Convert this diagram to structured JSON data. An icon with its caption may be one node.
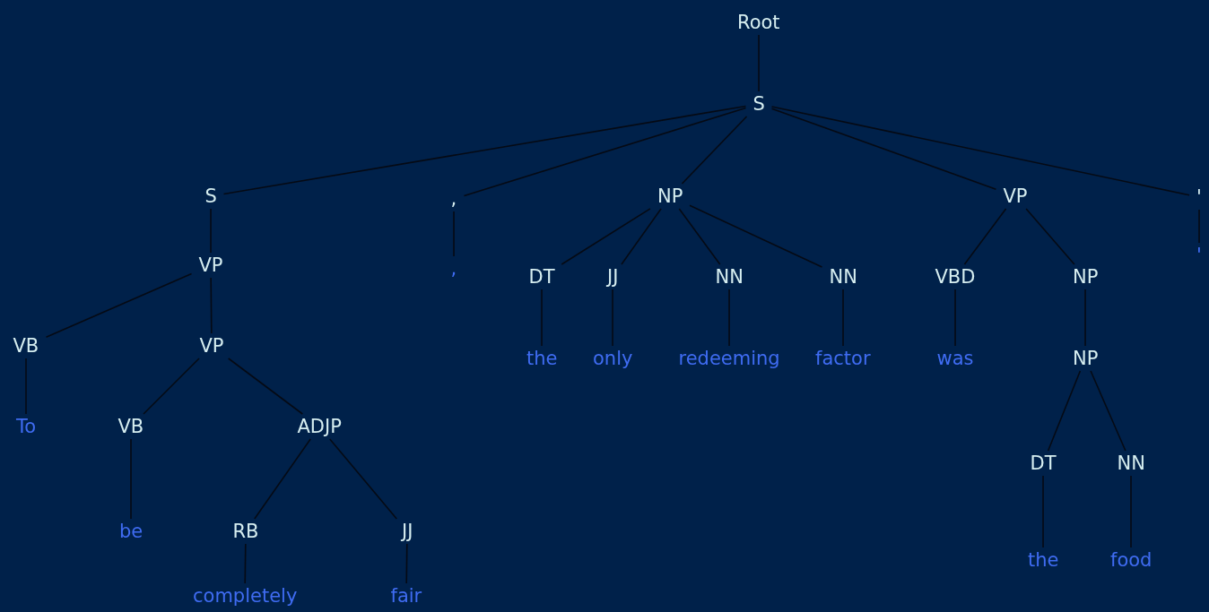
{
  "diagram": {
    "nodes": [
      {
        "text": [
          "Root"
        ]
      },
      {
        "text": [
          "S"
        ]
      },
      {
        "text": [
          "S"
        ]
      },
      {
        "text": [
          ","
        ]
      },
      {
        "text": [
          "NP"
        ]
      },
      {
        "text": [
          "VP"
        ]
      },
      {
        "text": [
          "'"
        ]
      },
      {
        "text": [
          "VP"
        ]
      },
      {
        "text": [
          ","
        ]
      },
      {
        "text": [
          "DT"
        ]
      },
      {
        "text": [
          "JJ"
        ]
      },
      {
        "text": [
          "NN"
        ]
      },
      {
        "text": [
          "NN"
        ]
      },
      {
        "text": [
          "VBD"
        ]
      },
      {
        "text": [
          "NP"
        ]
      },
      {
        "text": [
          "'"
        ]
      },
      {
        "text": [
          "VB"
        ]
      },
      {
        "text": [
          "VP"
        ]
      },
      {
        "text": [
          "the"
        ]
      },
      {
        "text": [
          "only"
        ]
      },
      {
        "text": [
          "redeeming"
        ]
      },
      {
        "text": [
          "factor"
        ]
      },
      {
        "text": [
          "was"
        ]
      },
      {
        "text": [
          "NP"
        ]
      },
      {
        "text": [
          "To"
        ]
      },
      {
        "text": [
          "VB"
        ]
      },
      {
        "text": [
          "ADJP"
        ]
      },
      {
        "text": [
          "DT"
        ]
      },
      {
        "text": [
          "NN"
        ]
      },
      {
        "text": [
          "be"
        ]
      },
      {
        "text": [
          "RB"
        ]
      },
      {
        "text": [
          "JJ"
        ]
      },
      {
        "text": [
          "the"
        ]
      },
      {
        "text": [
          "food"
        ]
      },
      {
        "text": [
          "completely"
        ]
      },
      {
        "text": [
          "fair"
        ]
      }
    ],
    "edges": [
      {
        "from": 0,
        "to": 1,
        "arrow": "none"
      },
      {
        "from": 1,
        "to": 2,
        "arrow": "none"
      },
      {
        "from": 1,
        "to": 3,
        "arrow": "none"
      },
      {
        "from": 1,
        "to": 4,
        "arrow": "none"
      },
      {
        "from": 1,
        "to": 5,
        "arrow": "none"
      },
      {
        "from": 1,
        "to": 6,
        "arrow": "none"
      },
      {
        "from": 2,
        "to": 7,
        "arrow": "none"
      },
      {
        "from": 3,
        "to": 8,
        "arrow": "none"
      },
      {
        "from": 4,
        "to": 9,
        "arrow": "none"
      },
      {
        "from": 4,
        "to": 10,
        "arrow": "none"
      },
      {
        "from": 4,
        "to": 11,
        "arrow": "none"
      },
      {
        "from": 4,
        "to": 12,
        "arrow": "none"
      },
      {
        "from": 5,
        "to": 13,
        "arrow": "none"
      },
      {
        "from": 5,
        "to": 14,
        "arrow": "none"
      },
      {
        "from": 6,
        "to": 15,
        "arrow": "none"
      },
      {
        "from": 7,
        "to": 16,
        "arrow": "none"
      },
      {
        "from": 7,
        "to": 17,
        "arrow": "none"
      },
      {
        "from": 9,
        "to": 18,
        "arrow": "none"
      },
      {
        "from": 10,
        "to": 19,
        "arrow": "none"
      },
      {
        "from": 11,
        "to": 20,
        "arrow": "none"
      },
      {
        "from": 12,
        "to": 21,
        "arrow": "none"
      },
      {
        "from": 13,
        "to": 22,
        "arrow": "none"
      },
      {
        "from": 14,
        "to": 23,
        "arrow": "none"
      },
      {
        "from": 16,
        "to": 24,
        "arrow": "none"
      },
      {
        "from": 17,
        "to": 25,
        "arrow": "none"
      },
      {
        "from": 17,
        "to": 26,
        "arrow": "none"
      },
      {
        "from": 23,
        "to": 27,
        "arrow": "none"
      },
      {
        "from": 23,
        "to": 28,
        "arrow": "none"
      },
      {
        "from": 25,
        "to": 29,
        "arrow": "none"
      },
      {
        "from": 26,
        "to": 30,
        "arrow": "none"
      },
      {
        "from": 26,
        "to": 31,
        "arrow": "none"
      },
      {
        "from": 27,
        "to": 32,
        "arrow": "none"
      },
      {
        "from": 28,
        "to": 33,
        "arrow": "none"
      },
      {
        "from": 30,
        "to": 34,
        "arrow": "none"
      },
      {
        "from": 31,
        "to": 35,
        "arrow": "none"
      }
    ]
  }
}
